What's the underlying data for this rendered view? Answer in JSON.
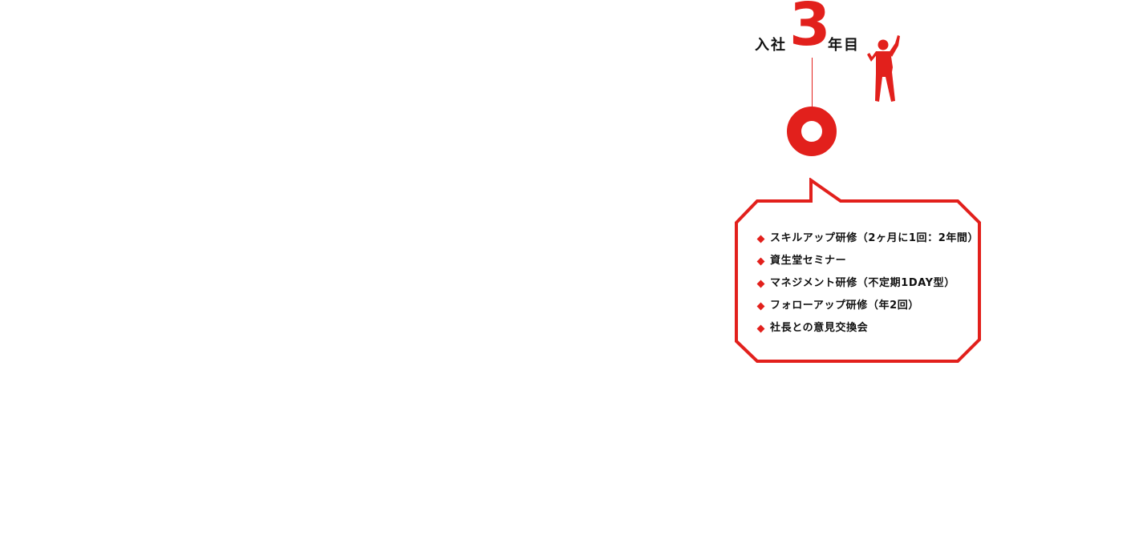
{
  "header": {
    "prefix": "入社",
    "year_number": "3",
    "suffix": "年目"
  },
  "colors": {
    "accent": "#e2201c",
    "text": "#111111",
    "background": "#ffffff"
  },
  "icons": {
    "figure": "cheering-person-icon",
    "marker": "ring-marker-icon",
    "bullet": "diamond-bullet-icon"
  },
  "training": {
    "items": [
      {
        "label": "スキルアップ研修（2ヶ月に1回：2年間）"
      },
      {
        "label": "資生堂セミナー"
      },
      {
        "label": "マネジメント研修（不定期1DAY型）"
      },
      {
        "label": "フォローアップ研修（年2回）"
      },
      {
        "label": "社長との意見交換会"
      }
    ]
  }
}
